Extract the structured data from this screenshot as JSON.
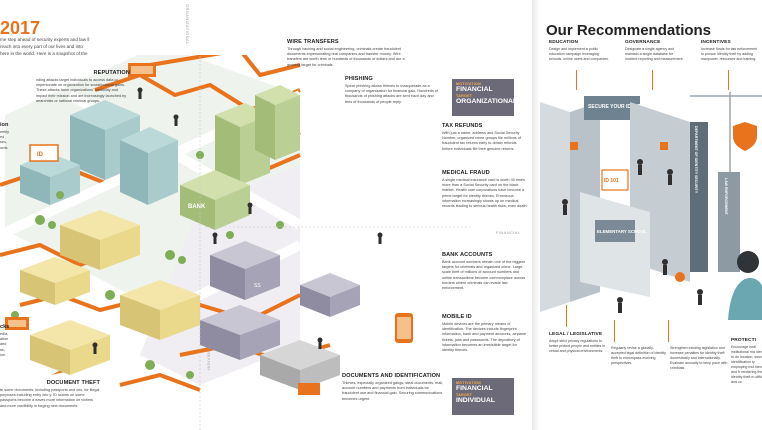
{
  "left_page": {
    "year": "2017",
    "intro": "me step ahead of security experts and law ll reach into every part of our lives and into here in the world. Here is a snapshot of the",
    "edge_words": [
      "ion",
      "cks"
    ],
    "axis_labels": [
      "ORGANIZATIONAL",
      "FINANCIAL",
      "INDIVIDUAL"
    ],
    "callouts": [
      {
        "key": "reputation",
        "title": "REPUTATION",
        "text": "nding attacks target individuals to access data or impersonate ne organization for social/political gains. These attacks harm organizations' credibility and impact their mission and are increasingly launched by anarchists or national criminal groups."
      },
      {
        "key": "wire",
        "title": "WIRE TRANSFERS",
        "text": "Through hacking and social engineering, criminals create fraudulent documents impersonating real companies and transfer money. Wire transfers are worth tens or hundreds of thousands of dollars and are a growing target for criminals."
      },
      {
        "key": "phishing",
        "title": "PHISHING",
        "text": "Spear phishing allows thieves to masquerade as a company or organization for financial gain. Hundreds of thousands of phishing attacks are sent each day and tens of thousands of people reply."
      },
      {
        "key": "tax",
        "title": "TAX REFUNDS",
        "text": "With just a name, address and Social Security Number, organized crime groups file millions of fraudulent tax returns early to obtain refunds before individuals file their genuine returns."
      },
      {
        "key": "medical",
        "title": "MEDICAL FRAUD",
        "text": "A single medical insurance card is worth 40 times more than a Social Security card on the black market. Health care corporations have become a prime target for identity thieves. Erroneous information increasingly shows up on medical records leading to serious health risks, even death."
      },
      {
        "key": "bank",
        "title": "BANK ACCOUNTS",
        "text": "Bank account numbers remain one of the biggest targets for criminals and organized crime. Large-scale theft of millions of account numbers and online transactions become commonplace across borders where criminals can evade law enforcement."
      },
      {
        "key": "mobile",
        "title": "MOBILE ID",
        "text": "Mobile devices are the primary means of identification. The devices include fingerprint information, bank and payment accounts, airplane tickets, jobs and passwords. The depository of information becomes an irresistible target for identity thieves."
      },
      {
        "key": "docs",
        "title": "DOCUMENTS and IDENTIFICATION",
        "text": "Thieves, especially organized gangs, steal documents, mail, account numbers and payments from individuals for fraudulent use and financial gain. Securing communications becomes urgent."
      },
      {
        "key": "theft",
        "title": "DOCUMENT THEFT",
        "text": "te some documents, including passports and ces, for illegal purposes including entry into y. ID scams on some passports become a eaves more information on victims and more credibility in forging new documents."
      }
    ],
    "attack_left": {
      "text": "edia, ation and ss, ion."
    },
    "ion_left": {
      "text": "entity ed ses, ords."
    },
    "motivations": [
      {
        "key": "MOTIVATION",
        "value": "FINANCIAL",
        "key2": "TARGET",
        "value2": "ORGANIZATIONAL"
      },
      {
        "key": "MOTIVATION",
        "value": "FINANCIAL",
        "key2": "TARGET",
        "value2": "INDIVIDUAL"
      }
    ],
    "map_signs": {
      "bank": "BANK",
      "ss": "SS",
      "id": "ID"
    }
  },
  "right_page": {
    "title": "Our Recommendations",
    "recommendations": [
      {
        "key": "education",
        "title": "EDUCATION",
        "text": "Design and implement a public education campaign leveraging schools, online users and companies."
      },
      {
        "key": "governance",
        "title": "GOVERNANCE",
        "text": "Designate a single agency and maintain a single database for incident reporting and measurement."
      },
      {
        "key": "incentives",
        "title": "INCENTIVES",
        "text": "Increase funds for law enforcement to pursue identity theft by adding manpower, resources and training."
      },
      {
        "key": "legal",
        "title": "LEGAL / LEGISLATIVE",
        "text": "Adopt strict privacy regulations to better protect people and entities in virtual and physical environments."
      },
      {
        "key": "revise",
        "title": "",
        "text": "Regularly revise a globally-accepted legal definition of identity theft to encompass evolving perspectives."
      },
      {
        "key": "strengthen",
        "title": "",
        "text": "Strengthen existing legislation and increase penalties for identity theft domestically and internationally. Evaluate annually to keep pace with criminals."
      },
      {
        "key": "protection",
        "title": "PROTECTI",
        "text": "Encourage insti institutional ma identities to do location, sourc identification ty employing mul identities and fr rendering the s identity theft m difficult and co"
      }
    ],
    "signs": {
      "secure": "SECURE YOUR IDENTITY",
      "dept": "DEPARTMENT OF IDENTITY SECURITY",
      "school": "ELEMENTARY SCHOOL",
      "id_card": "ID 101",
      "law": "LAW ENFORCEMENT"
    }
  },
  "colors": {
    "accent": "#e8731c",
    "panel": "#6c6a78",
    "panel_key": "#ffb24a",
    "yellow": "#ead98b",
    "teal": "#9fc5c6",
    "green": "#b9cf93",
    "purple": "#a7a3b6"
  }
}
